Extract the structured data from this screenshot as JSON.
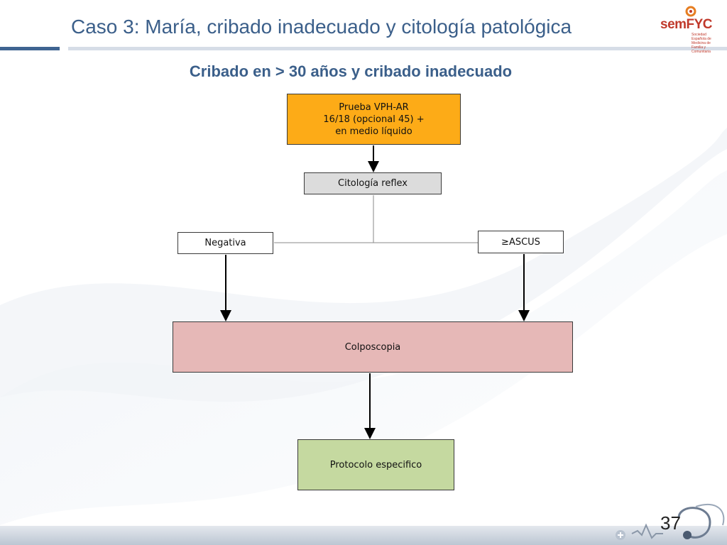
{
  "header": {
    "title": "Caso 3: María, cribado inadecuado y citología patológica",
    "logo_text": "semFYC",
    "logo_subtext": "Sociedad Española de Medicina de Familia y Comunitaria",
    "accent_color": "#3b5f8a"
  },
  "subtitle": "Cribado en > 30 años y cribado inadecuado",
  "flowchart": {
    "vph": {
      "line1": "Prueba VPH-AR",
      "line2": "16/18 (opcional 45) +",
      "line3": "en medio líquido",
      "color": "#fdab17"
    },
    "citologia": {
      "label": "Citología reflex",
      "color": "#dcdcdc"
    },
    "negativa": {
      "label": "Negativa"
    },
    "ascus": {
      "label": "≥ASCUS"
    },
    "colposcopia": {
      "label": "Colposcopia",
      "color": "#e6b8b7"
    },
    "protocolo": {
      "label": "Protocolo especifico",
      "color": "#c5d9a0"
    }
  },
  "footer": {
    "page_number": "37"
  }
}
